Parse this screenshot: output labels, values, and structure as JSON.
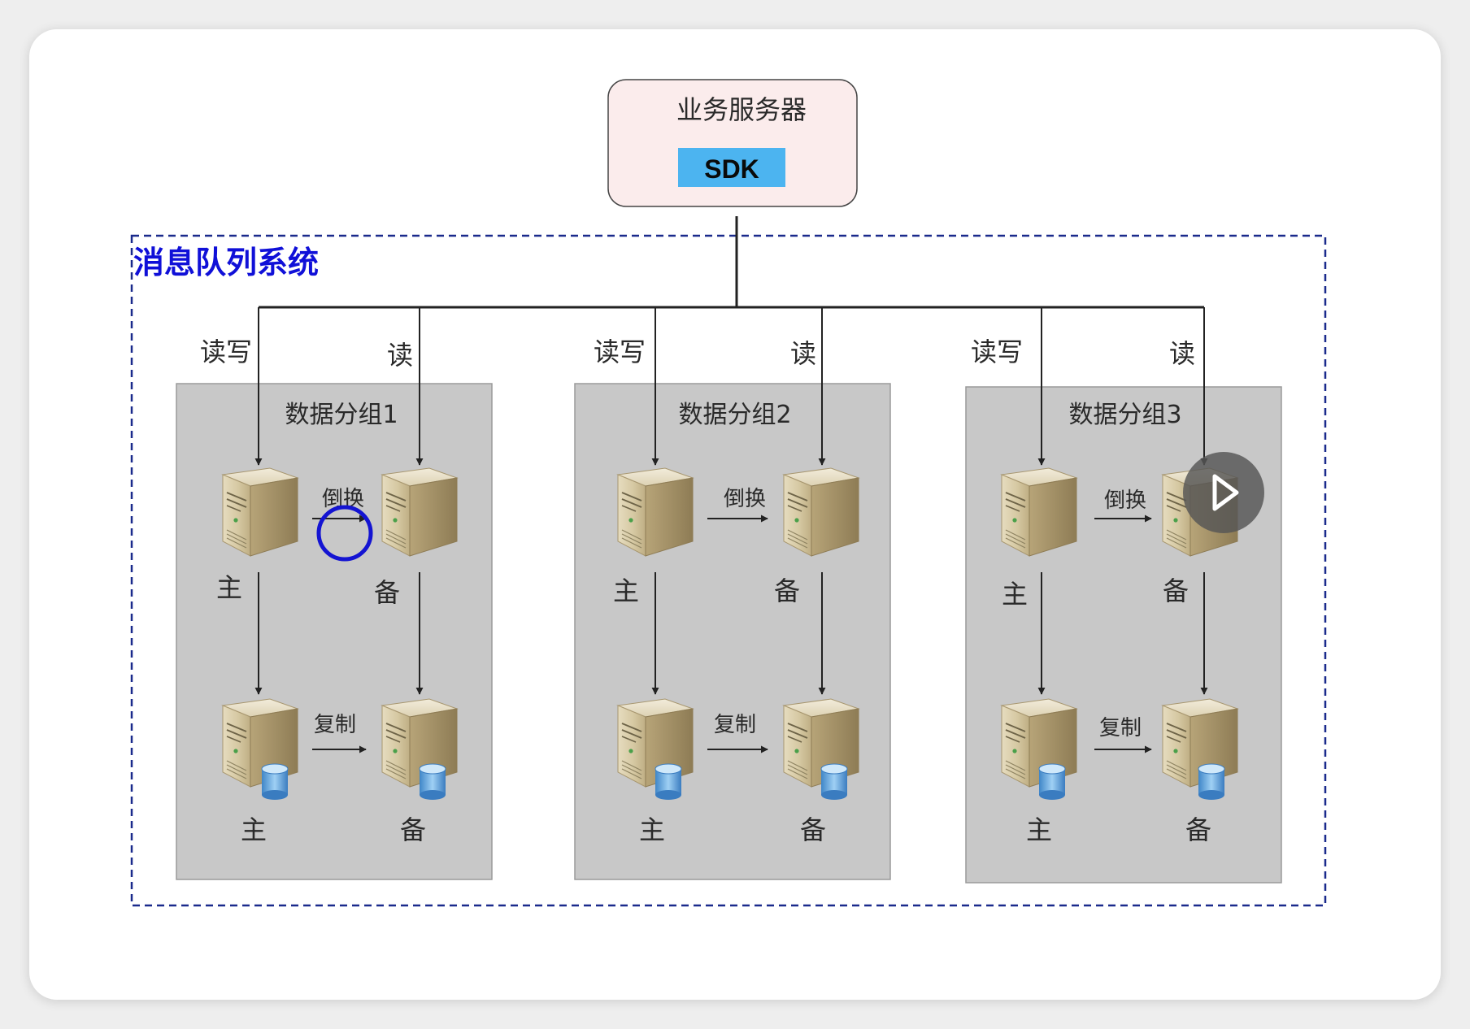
{
  "server": {
    "title": "业务服务器",
    "sdk_label": "SDK"
  },
  "system": {
    "title": "消息队列系统"
  },
  "connection_labels": {
    "read_write": "读写",
    "read": "读"
  },
  "edge_labels": {
    "failover": "倒换",
    "replicate": "复制"
  },
  "node_roles": {
    "primary": "主",
    "backup": "备"
  },
  "groups": [
    {
      "title": "数据分组1"
    },
    {
      "title": "数据分组2"
    },
    {
      "title": "数据分组3"
    }
  ],
  "colors": {
    "system_border": "#1a2a8c",
    "system_title": "#1010d8",
    "server_fill": "#fbecec",
    "sdk_fill": "#4cb4f0",
    "group_fill": "#c8c8c8",
    "focus_ring": "#1414d2"
  },
  "overlay": {
    "icon": "play-icon"
  }
}
